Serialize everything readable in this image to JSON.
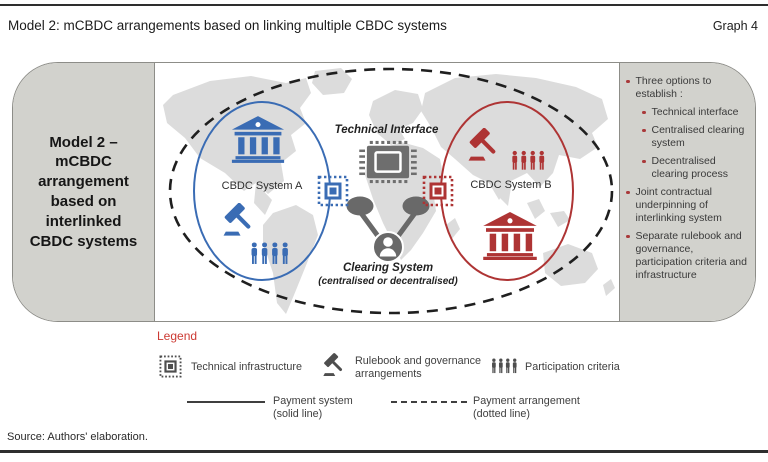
{
  "header": {
    "title": "Model 2: mCBDC arrangements based on linking multiple CBDC systems",
    "graph_label": "Graph 4"
  },
  "left_panel": {
    "title": "Model 2 – mCBDC arrangement based on interlinked CBDC systems"
  },
  "diagram": {
    "system_a_label": "CBDC System A",
    "system_b_label": "CBDC System B",
    "technical_interface_label": "Technical Interface",
    "clearing_label": "Clearing System",
    "clearing_sublabel": "(centralised or decentralised)"
  },
  "right_panel": {
    "items": [
      {
        "level": 1,
        "text": "Three options to establish :"
      },
      {
        "level": 2,
        "text": "Technical interface"
      },
      {
        "level": 2,
        "text": "Centralised clearing system"
      },
      {
        "level": 2,
        "text": "Decentralised clearing process"
      },
      {
        "level": 1,
        "text": "Joint contractual underpinning of interlinking system"
      },
      {
        "level": 1,
        "text": "Separate rulebook and governance, participation criteria and infrastructure"
      }
    ]
  },
  "legend": {
    "title": "Legend",
    "technical_infrastructure": "Technical infrastructure",
    "rulebook": "Rulebook and governance arrangements",
    "participation": "Participation criteria",
    "payment_system": "Payment system",
    "payment_system_sub": "(solid line)",
    "payment_arrangement": "Payment arrangement",
    "payment_arrangement_sub": "(dotted line)"
  },
  "footer": {
    "source": "Source: Authors' elaboration."
  },
  "colors": {
    "system_a": "#3a6cb4",
    "system_b": "#ae3434",
    "accent_red": "#a9393a",
    "legend_red": "#cc3a33",
    "icon_gray": "#696969",
    "panel_gray": "#d2d2cd",
    "map_land": "#dcdcdc"
  }
}
